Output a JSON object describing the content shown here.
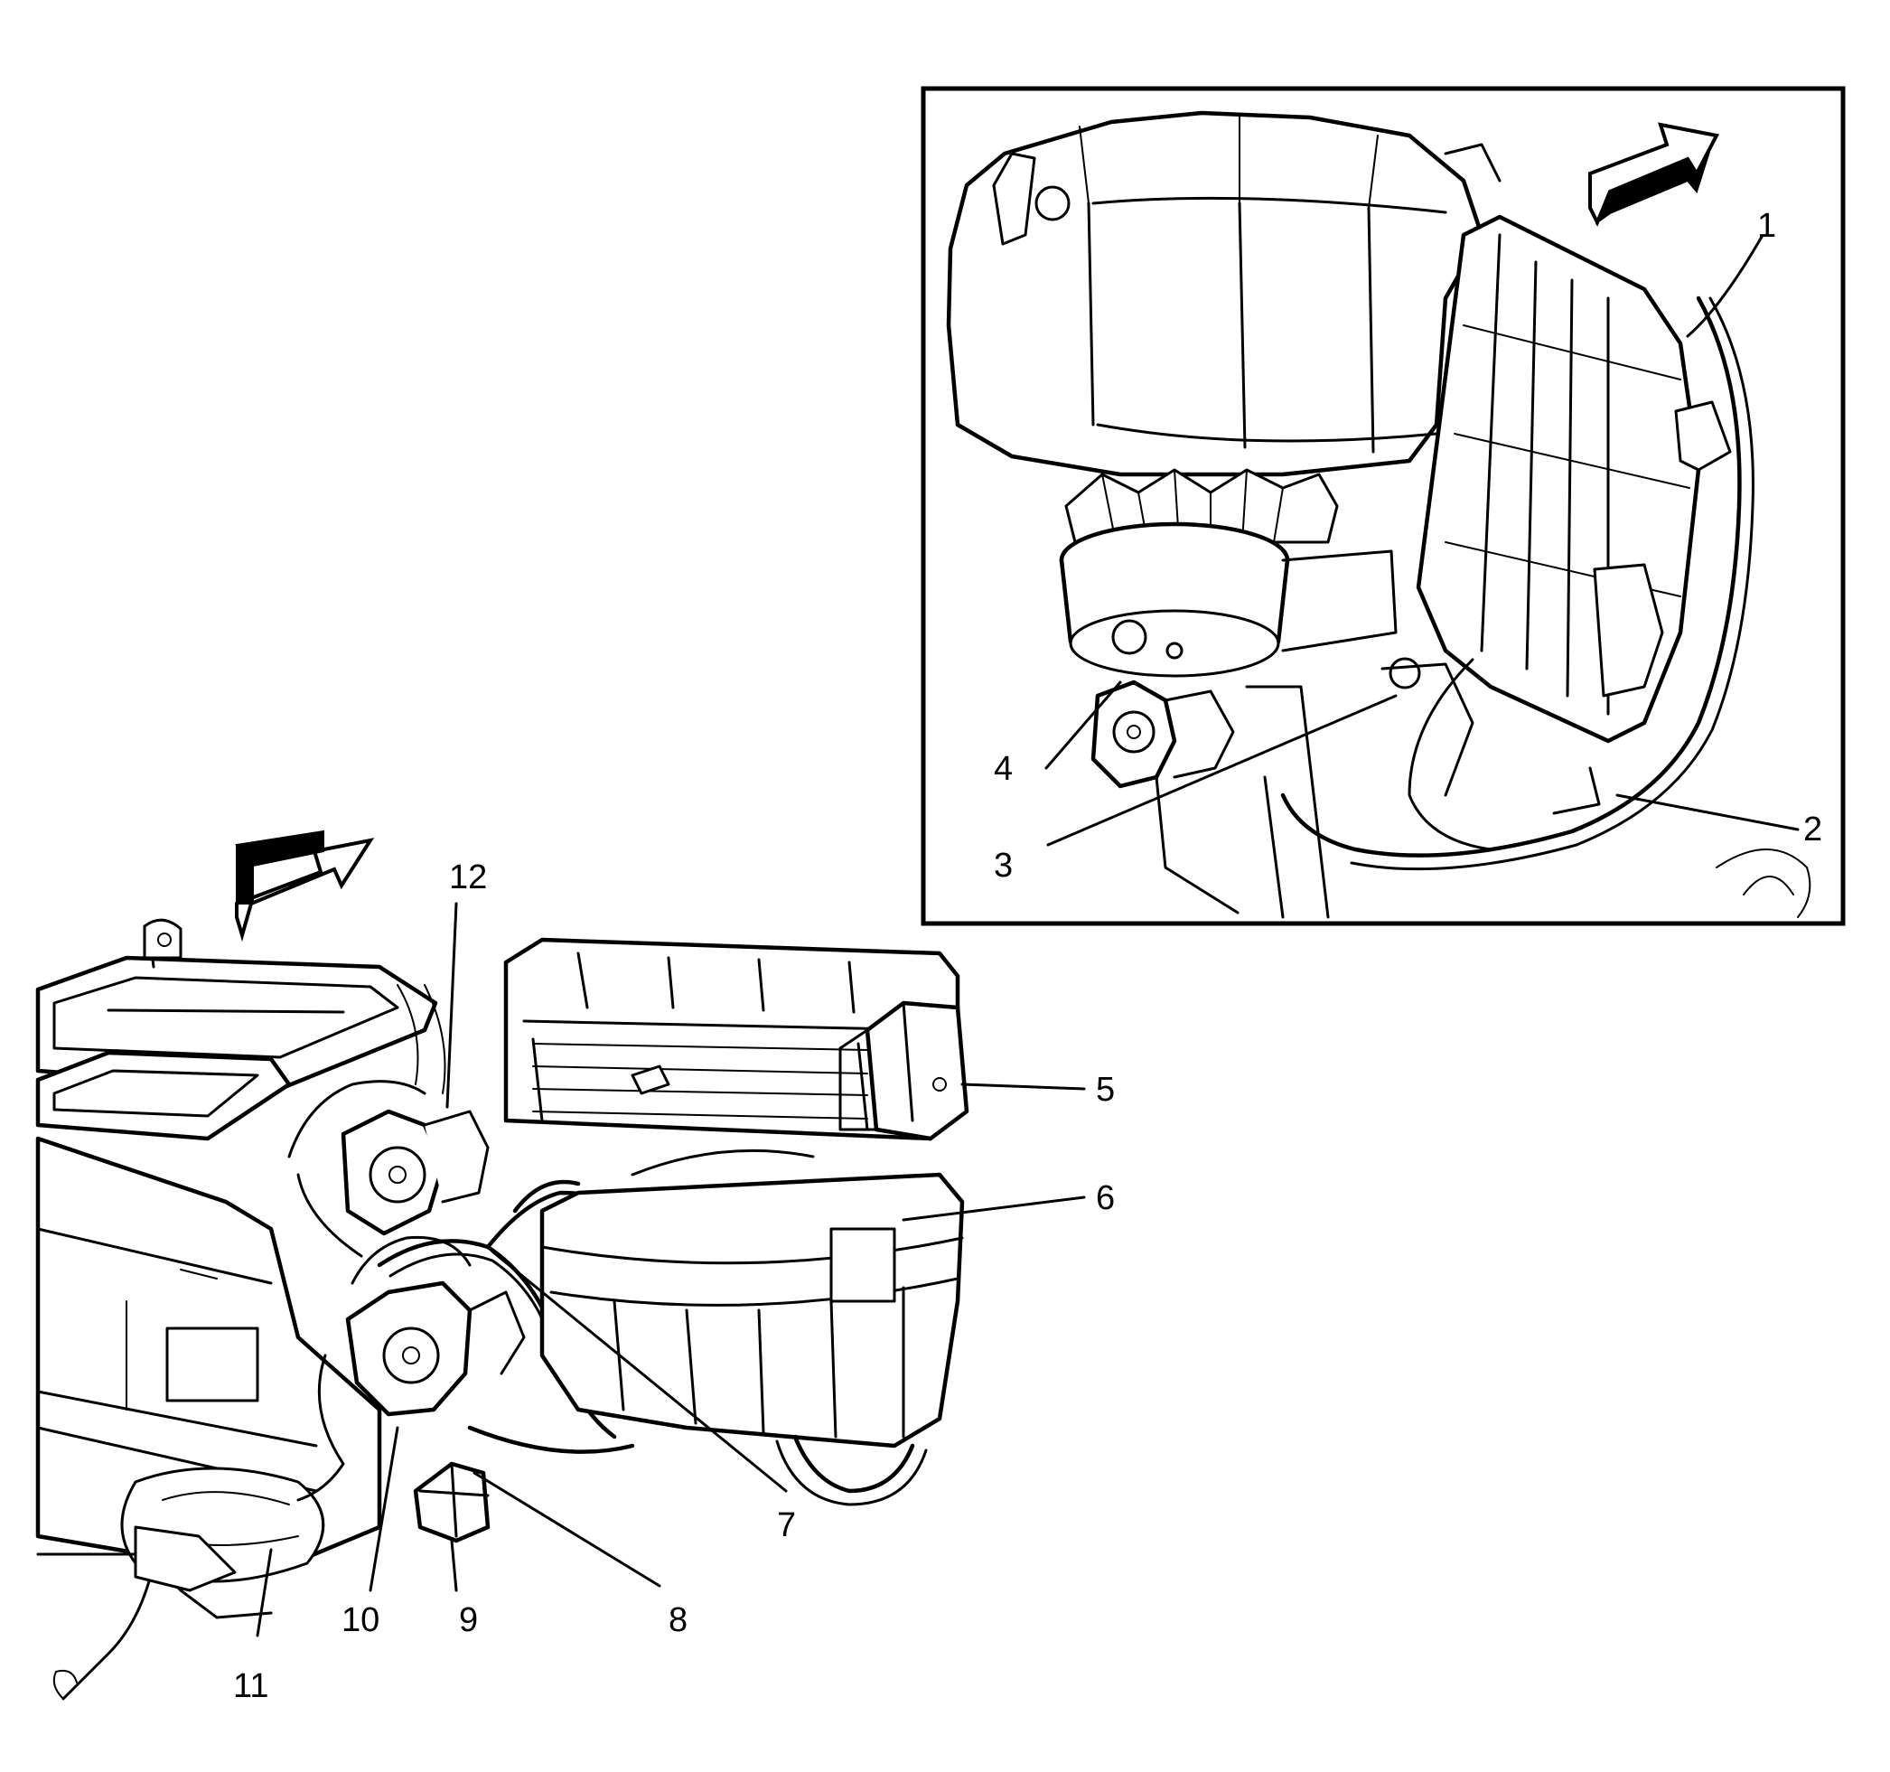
{
  "diagram": {
    "type": "exploded-view illustration",
    "inset_frame": true,
    "callouts": {
      "c1": "1",
      "c2": "2",
      "c3": "3",
      "c4": "4",
      "c5": "5",
      "c6": "6",
      "c7": "7",
      "c8": "8",
      "c9": "9",
      "c10": "10",
      "c11": "11",
      "c12": "12"
    },
    "icons": [
      "forward-direction-arrow-icon",
      "forward-direction-arrow-icon"
    ],
    "colors": {
      "line": "#000000",
      "background": "#ffffff"
    }
  }
}
